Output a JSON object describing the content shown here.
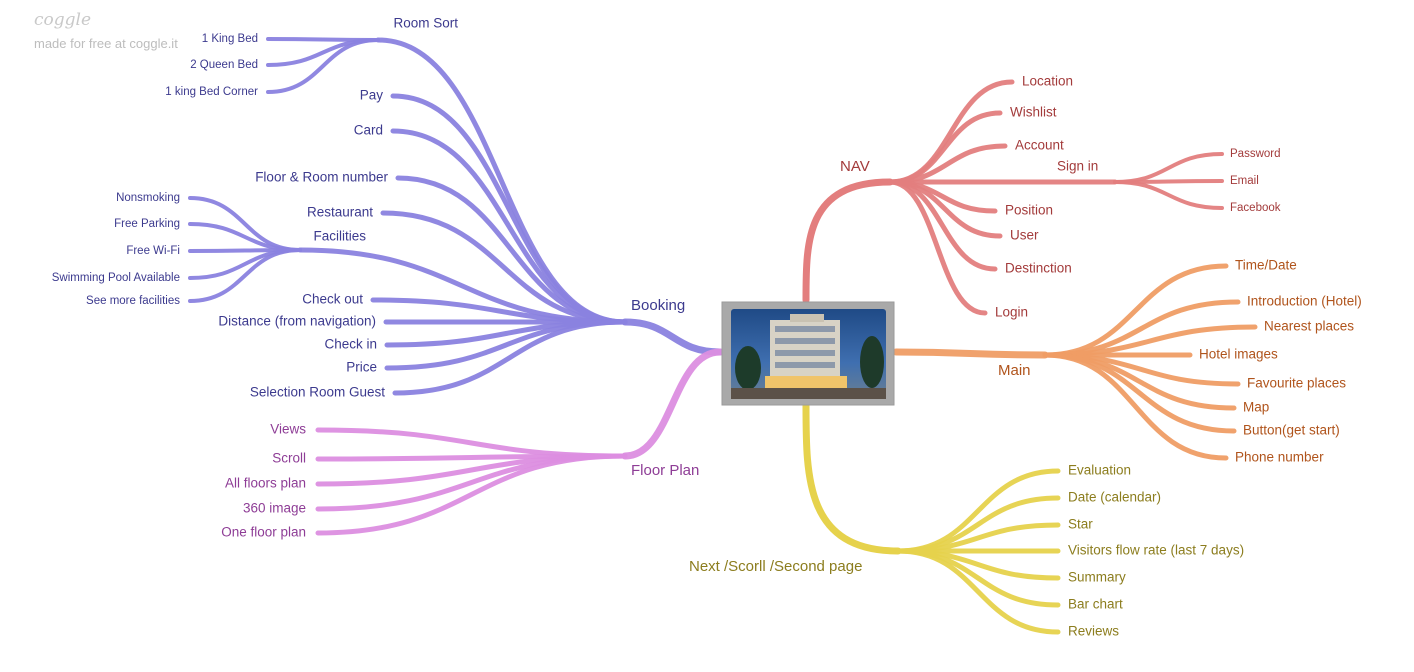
{
  "watermark": {
    "logo": "coggle",
    "subtitle": "made for free at coggle.it"
  },
  "central": {
    "image_alt": "hotel building photo"
  },
  "colors": {
    "booking": "#8a82df",
    "floor_plan": "#dc8ee0",
    "nav": "#e37e7e",
    "main": "#ef9d65",
    "next": "#e6d24c",
    "booking_text": "#3c3a8e",
    "floor_plan_text": "#8e3d96",
    "nav_text": "#a33b3b",
    "main_text": "#b0541c",
    "next_text": "#8c7d1e"
  },
  "branches": {
    "booking": {
      "label": "Booking",
      "children": [
        "Room Sort",
        "Pay",
        "Card",
        "Floor & Room number",
        "Restaurant",
        "Facilities",
        "Check out",
        "Distance (from navigation)",
        "Check in",
        "Price",
        "Selection Room Guest"
      ],
      "room_sort": [
        "1 King Bed",
        "2 Queen Bed",
        "1 king Bed Corner"
      ],
      "facilities": [
        "Nonsmoking",
        "Free Parking",
        "Free Wi-Fi",
        "Swimming Pool Available",
        "See more facilities"
      ]
    },
    "floor_plan": {
      "label": "Floor Plan",
      "children": [
        "Views",
        "Scroll",
        "All floors plan",
        "360 image",
        "One floor plan"
      ]
    },
    "nav": {
      "label": "NAV",
      "children": [
        "Location",
        "Wishlist",
        "Account",
        "Sign in",
        "Position",
        "User",
        "Destinction",
        "Login"
      ],
      "sign_in": [
        "Password",
        "Email",
        "Facebook"
      ]
    },
    "main": {
      "label": "Main",
      "children": [
        "Time/Date",
        "Introduction (Hotel)",
        "Nearest places",
        "Hotel images",
        "Favourite places",
        "Map",
        "Button(get start)",
        "Phone number"
      ]
    },
    "next": {
      "label": "Next /Scorll /Second page",
      "children": [
        "Evaluation",
        "Date (calendar)",
        "Star",
        "Visitors flow rate (last 7 days)",
        "Summary",
        "Bar chart",
        "Reviews"
      ]
    }
  }
}
